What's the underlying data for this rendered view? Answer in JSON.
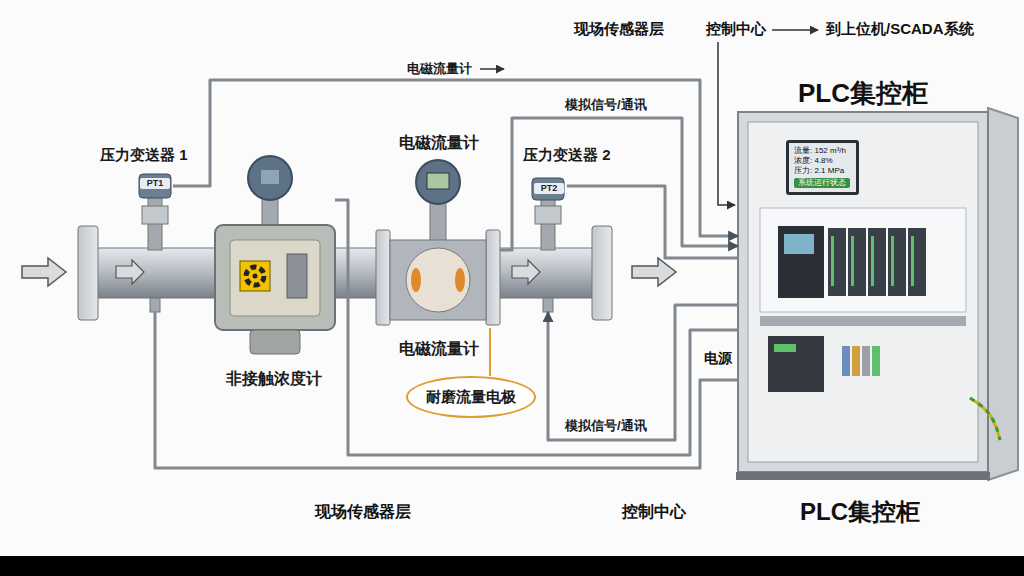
{
  "diagram": {
    "nodes": [
      {
        "text": [
          "PLC集控柜"
        ]
      },
      {
        "text": [
          "流量: 152 m³/h",
          "浓度: 4.8%",
          "压力: 2.1 MPa",
          "系统运行状态"
        ],
        "in": 0
      },
      {
        "text": [
          "压力变送器 1",
          "PT1"
        ]
      },
      {
        "text": [
          "非接触浓度计"
        ]
      },
      {
        "text": [
          "电磁流量计",
          "电磁流量计"
        ]
      },
      {
        "text": [
          "耐磨流量电极"
        ]
      },
      {
        "text": [
          "压力变送器 2",
          "PT2"
        ]
      }
    ],
    "edges": [
      {
        "from": 2,
        "to": 0,
        "label": "电磁流量计",
        "arrow": "to"
      },
      {
        "from": 4,
        "to": 0,
        "label": "模拟信号/通讯",
        "arrow": "to"
      },
      {
        "from": 6,
        "to": 0,
        "arrow": "none"
      },
      {
        "from": 0,
        "to": 6,
        "label": "模拟信号/通讯",
        "arrow": "to"
      },
      {
        "from": 3,
        "to": 0,
        "arrow": "none"
      },
      {
        "from": 5,
        "to": 4,
        "arrow": "none"
      },
      {
        "from": 2,
        "to": 0,
        "arrow": "none"
      }
    ],
    "labels": [
      "现场传感器层",
      "控制中心",
      "到上位机/SCADA系统",
      "电源",
      "现场传感器层",
      "控制中心",
      "PLC集控柜"
    ]
  }
}
